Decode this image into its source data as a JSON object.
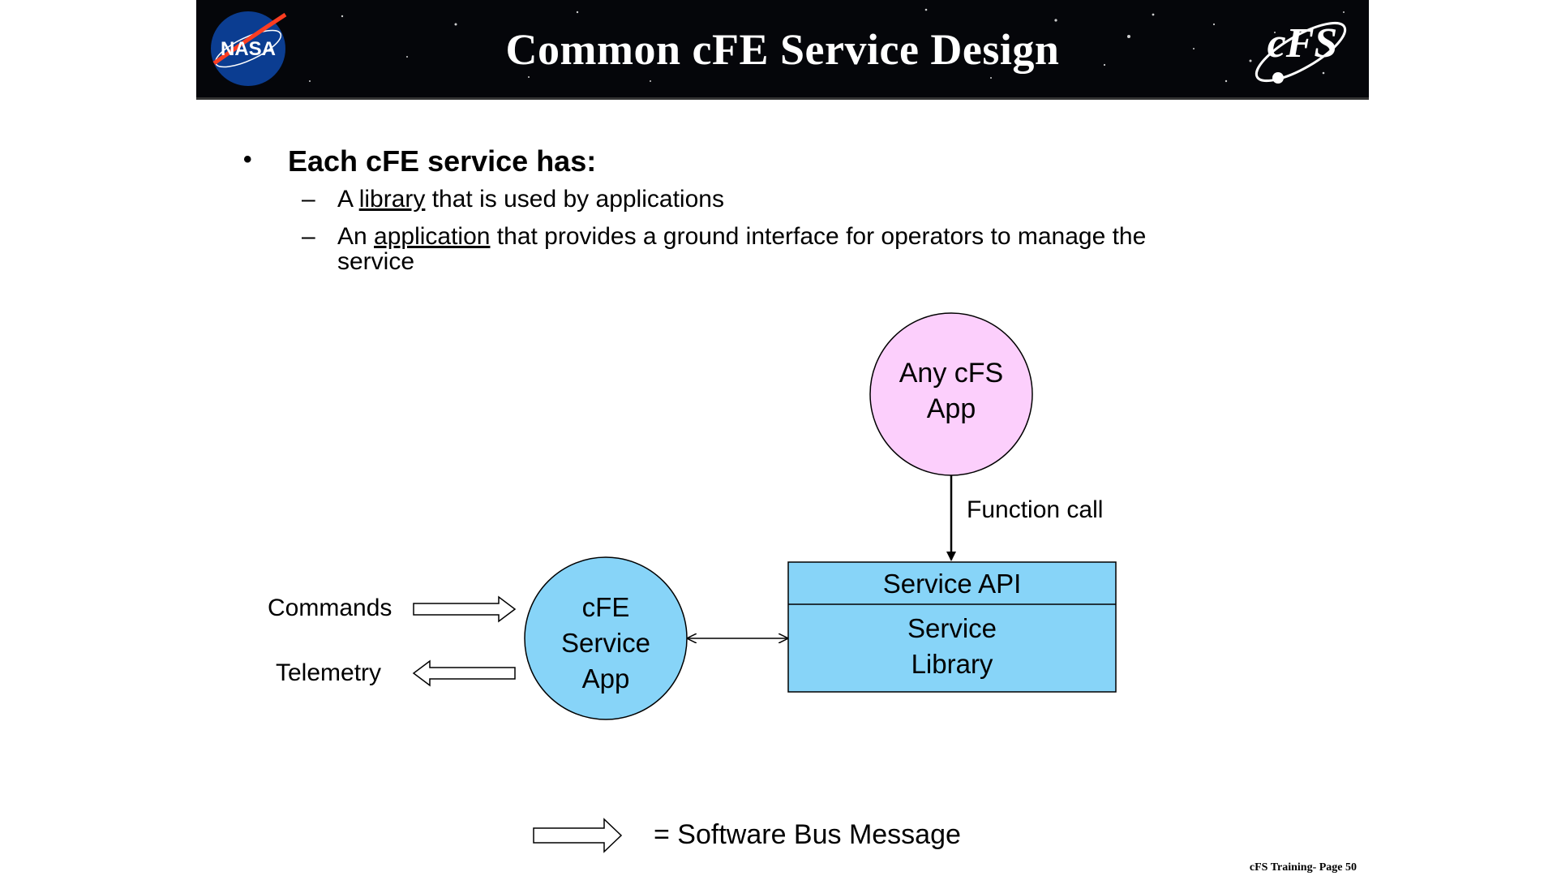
{
  "slide": {
    "title": "Common cFE Service Design",
    "nasa_logo_text": "NASA",
    "cfs_logo_text": "cFS",
    "bullet": "Each cFE service has:",
    "sub1_prefix": "A ",
    "sub1_link": "library",
    "sub1_suffix": " that is used by applications",
    "sub2_prefix": "An ",
    "sub2_link": "application",
    "sub2_suffix": " that provides a ground interface for operators to manage the",
    "sub2_line2": "service",
    "footer": "cFS Training- Page 50"
  },
  "diagram": {
    "any_app_line1": "Any cFS",
    "any_app_line2": "App",
    "function_call": "Function call",
    "service_api": "Service API",
    "service_library_line1": "Service",
    "service_library_line2": "Library",
    "cfe_app_line1": "cFE",
    "cfe_app_line2": "Service",
    "cfe_app_line3": "App",
    "commands": "Commands",
    "telemetry": "Telemetry",
    "legend": "= Software Bus Message"
  },
  "colors": {
    "any_app_fill": "#fccffc",
    "service_fill": "#87d4f8",
    "banner_bg": "#05060a"
  }
}
